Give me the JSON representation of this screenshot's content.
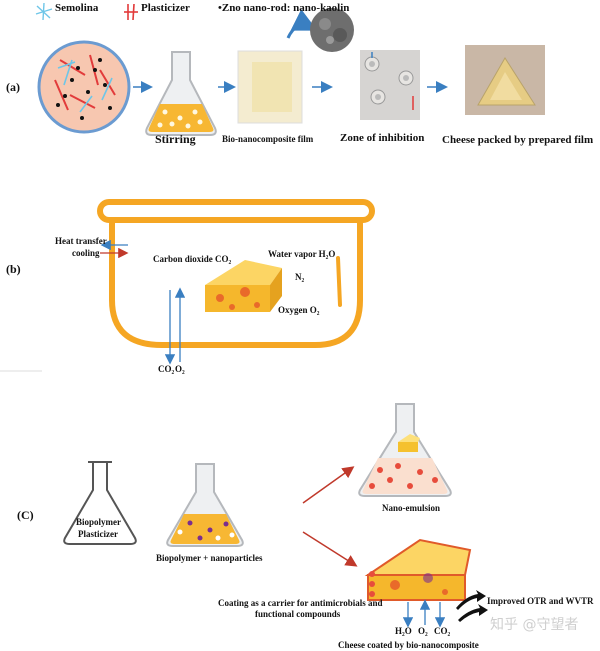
{
  "legend": {
    "semolina": "Semolina",
    "plasticizer": "Plasticizer",
    "zno": "•Zno nano-rod: nano-kaolin"
  },
  "panel_a": {
    "label": "(a)",
    "steps": [
      "Stirring",
      "Bio-nanocomposite film",
      "Zone of inhibition",
      "Cheese packed by prepared film"
    ]
  },
  "panel_b": {
    "label": "(b)",
    "heat_transfer": "Heat transfer",
    "cooling": "cooling",
    "co2_inside": "Carbon dioxide CO₂",
    "water_vapor": "Water vapor H₂O",
    "n2": "N₂",
    "oxygen": "Oxygen O₂",
    "co2_out": "CO₂",
    "o2_out": "O₂"
  },
  "panel_c": {
    "label": "(C)",
    "flask1_line1": "Biopolymer",
    "flask1_line2": "Plasticizer",
    "flask2_label": "Biopolymer + nanoparticles",
    "nano_emulsion": "Nano-emulsion",
    "coating_line1": "Coating as a carrier for antimicrobials and",
    "coating_line2": "functional compounds",
    "improved": "Improved OTR and WVTR",
    "gas_h2o": "H₂O",
    "gas_o2": "O₂",
    "gas_co2": "CO₂",
    "cheese_coated": "Cheese coated by bio-nanocomposite"
  },
  "watermark": "知乎 @守望者",
  "colors": {
    "orange": "#f39c12",
    "cheese": "#fbd03c",
    "blue_arrow": "#3a7fc1",
    "red_arrow": "#c0392b",
    "semolina_icon": "#6ec6e8",
    "plasticizer_icon": "#e23b3b"
  }
}
